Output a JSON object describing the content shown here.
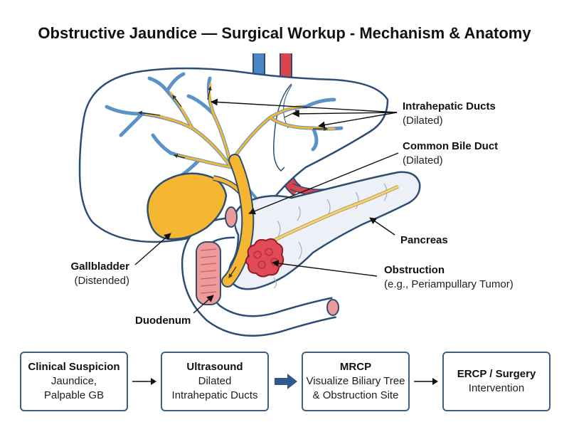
{
  "title": "Obstructive Jaundice — Surgical Workup - Mechanism & Anatomy",
  "labels": {
    "intrahepatic": {
      "name": "Intrahepatic Ducts",
      "note": "(Dilated)"
    },
    "cbd": {
      "name": "Common Bile Duct",
      "note": "(Dilated)"
    },
    "pancreas": {
      "name": "Pancreas"
    },
    "obstruction": {
      "name": "Obstruction",
      "note": "(e.g., Periampullary Tumor)"
    },
    "gallbladder": {
      "name": "Gallbladder",
      "note": "(Distended)"
    },
    "duodenum": {
      "name": "Duodenum"
    }
  },
  "workflow": [
    {
      "title": "Clinical Suspicion",
      "lines": [
        "Jaundice,",
        "Palpable GB"
      ]
    },
    {
      "title": "Ultrasound",
      "lines": [
        "Dilated",
        "Intrahepatic Ducts"
      ]
    },
    {
      "title": "MRCP",
      "lines": [
        "Visualize Biliary Tree",
        "& Obstruction Site"
      ]
    },
    {
      "title": "ERCP / Surgery",
      "lines": [
        "Intervention"
      ]
    }
  ],
  "colors": {
    "bile": "#f5b731",
    "duct_blue": "#5b93c9",
    "outline": "#2d4e74",
    "artery": "#d9454d",
    "vein": "#4a86c5",
    "tumor": "#e04a55",
    "pancreas": "#edf1f7",
    "duodenum": "#ee9a9a"
  }
}
